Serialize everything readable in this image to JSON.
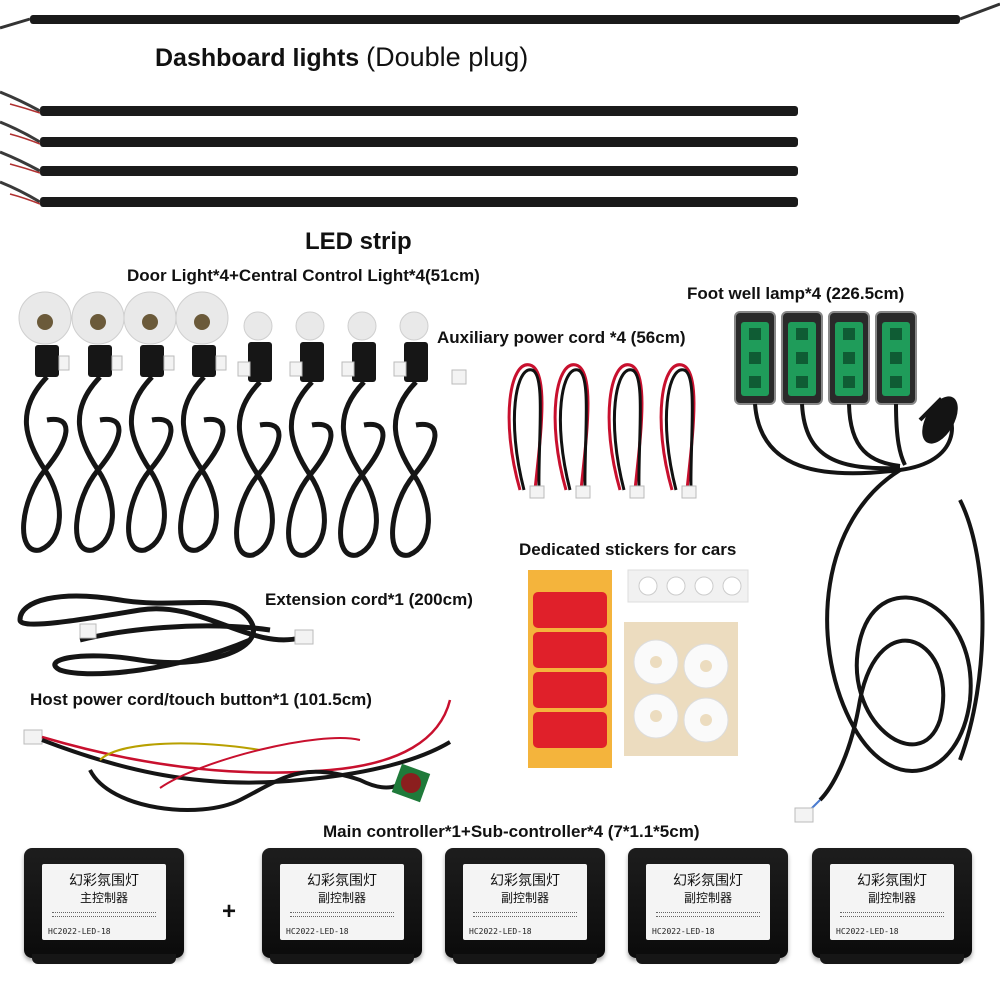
{
  "labels": {
    "dashboard_main": "Dashboard lights",
    "dashboard_paren": "(Double plug)",
    "led_strip": "LED strip",
    "door_light": "Door Light*4+Central Control Light*4(51cm)",
    "foot_well": "Foot well lamp*4 (226.5cm)",
    "aux_power": "Auxiliary power cord *4 (56cm)",
    "stickers": "Dedicated stickers for cars",
    "extension": "Extension cord*1 (200cm)",
    "host_power": "Host power cord/touch button*1 (101.5cm)",
    "controllers": "Main controller*1+Sub-controller*4 (7*1.1*5cm)",
    "plus": "+"
  },
  "controllers": [
    {
      "line1": "幻彩氛围灯",
      "line2": "主控制器",
      "model": "HC2022-LED-18"
    },
    {
      "line1": "幻彩氛围灯",
      "line2": "副控制器",
      "model": "HC2022-LED-18"
    },
    {
      "line1": "幻彩氛围灯",
      "line2": "副控制器",
      "model": "HC2022-LED-18"
    },
    {
      "line1": "幻彩氛围灯",
      "line2": "副控制器",
      "model": "HC2022-LED-18"
    },
    {
      "line1": "幻彩氛围灯",
      "line2": "副控制器",
      "model": "HC2022-LED-18"
    }
  ],
  "colors": {
    "strip": "#1a1a1a",
    "cable": "#141414",
    "red_wire": "#c8102e",
    "sticker_backing": "#f4b43c",
    "sticker_pad": "#e0202a",
    "foot_led": "#1f9c5a"
  }
}
